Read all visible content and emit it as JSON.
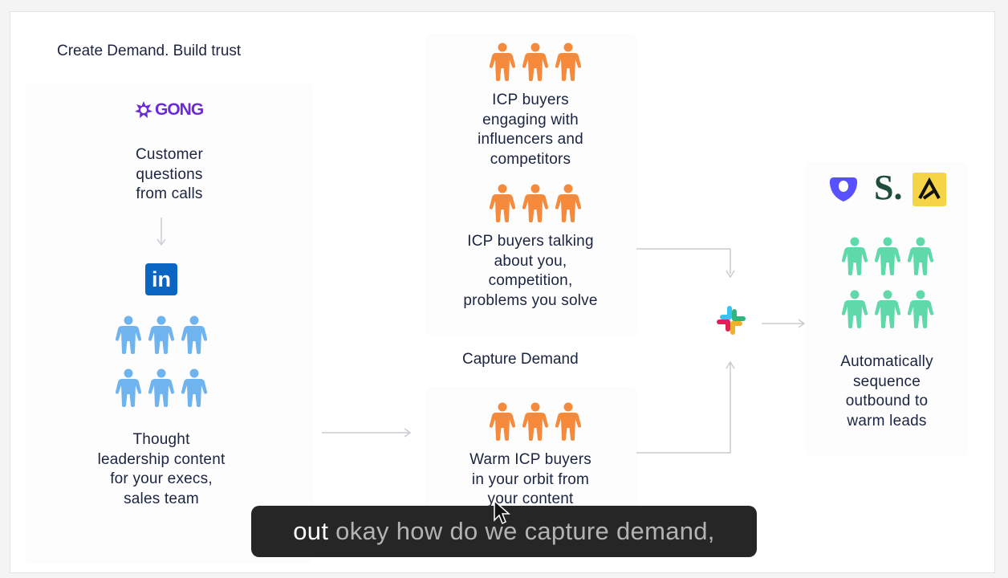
{
  "diagram": {
    "section_create_title": "Create Demand. Build trust",
    "gong_logo_text": "GONG",
    "linkedin_logo_text": "in",
    "customer_questions": "Customer\nquestions\nfrom calls",
    "thought_leadership": "Thought\nleadership content\nfor your execs,\nsales team",
    "icp_engaging": "ICP buyers\nengaging with\ninfluencers and\ncompetitors",
    "icp_talking": "ICP buyers talking\nabout you,\ncompetition,\nproblems you solve",
    "capture_title": "Capture Demand",
    "warm_icp": "Warm ICP buyers\nin your orbit from\nyour content",
    "automatically_sequence": "Automatically\nsequence\noutbound to\nwarm leads",
    "s_logo_text": "S."
  },
  "caption": {
    "spoken": "out",
    "pending": " okay how do we capture demand,"
  },
  "colors": {
    "orange_person": "#f58a3c",
    "blue_person": "#6fb3ef",
    "green_person": "#5fd9a9",
    "gong_purple": "#6b2bd9",
    "linkedin_blue": "#0a66c2",
    "outreach_purple": "#5951ff",
    "s_green": "#1f4f3a",
    "apollo_yellow": "#f5d547"
  }
}
